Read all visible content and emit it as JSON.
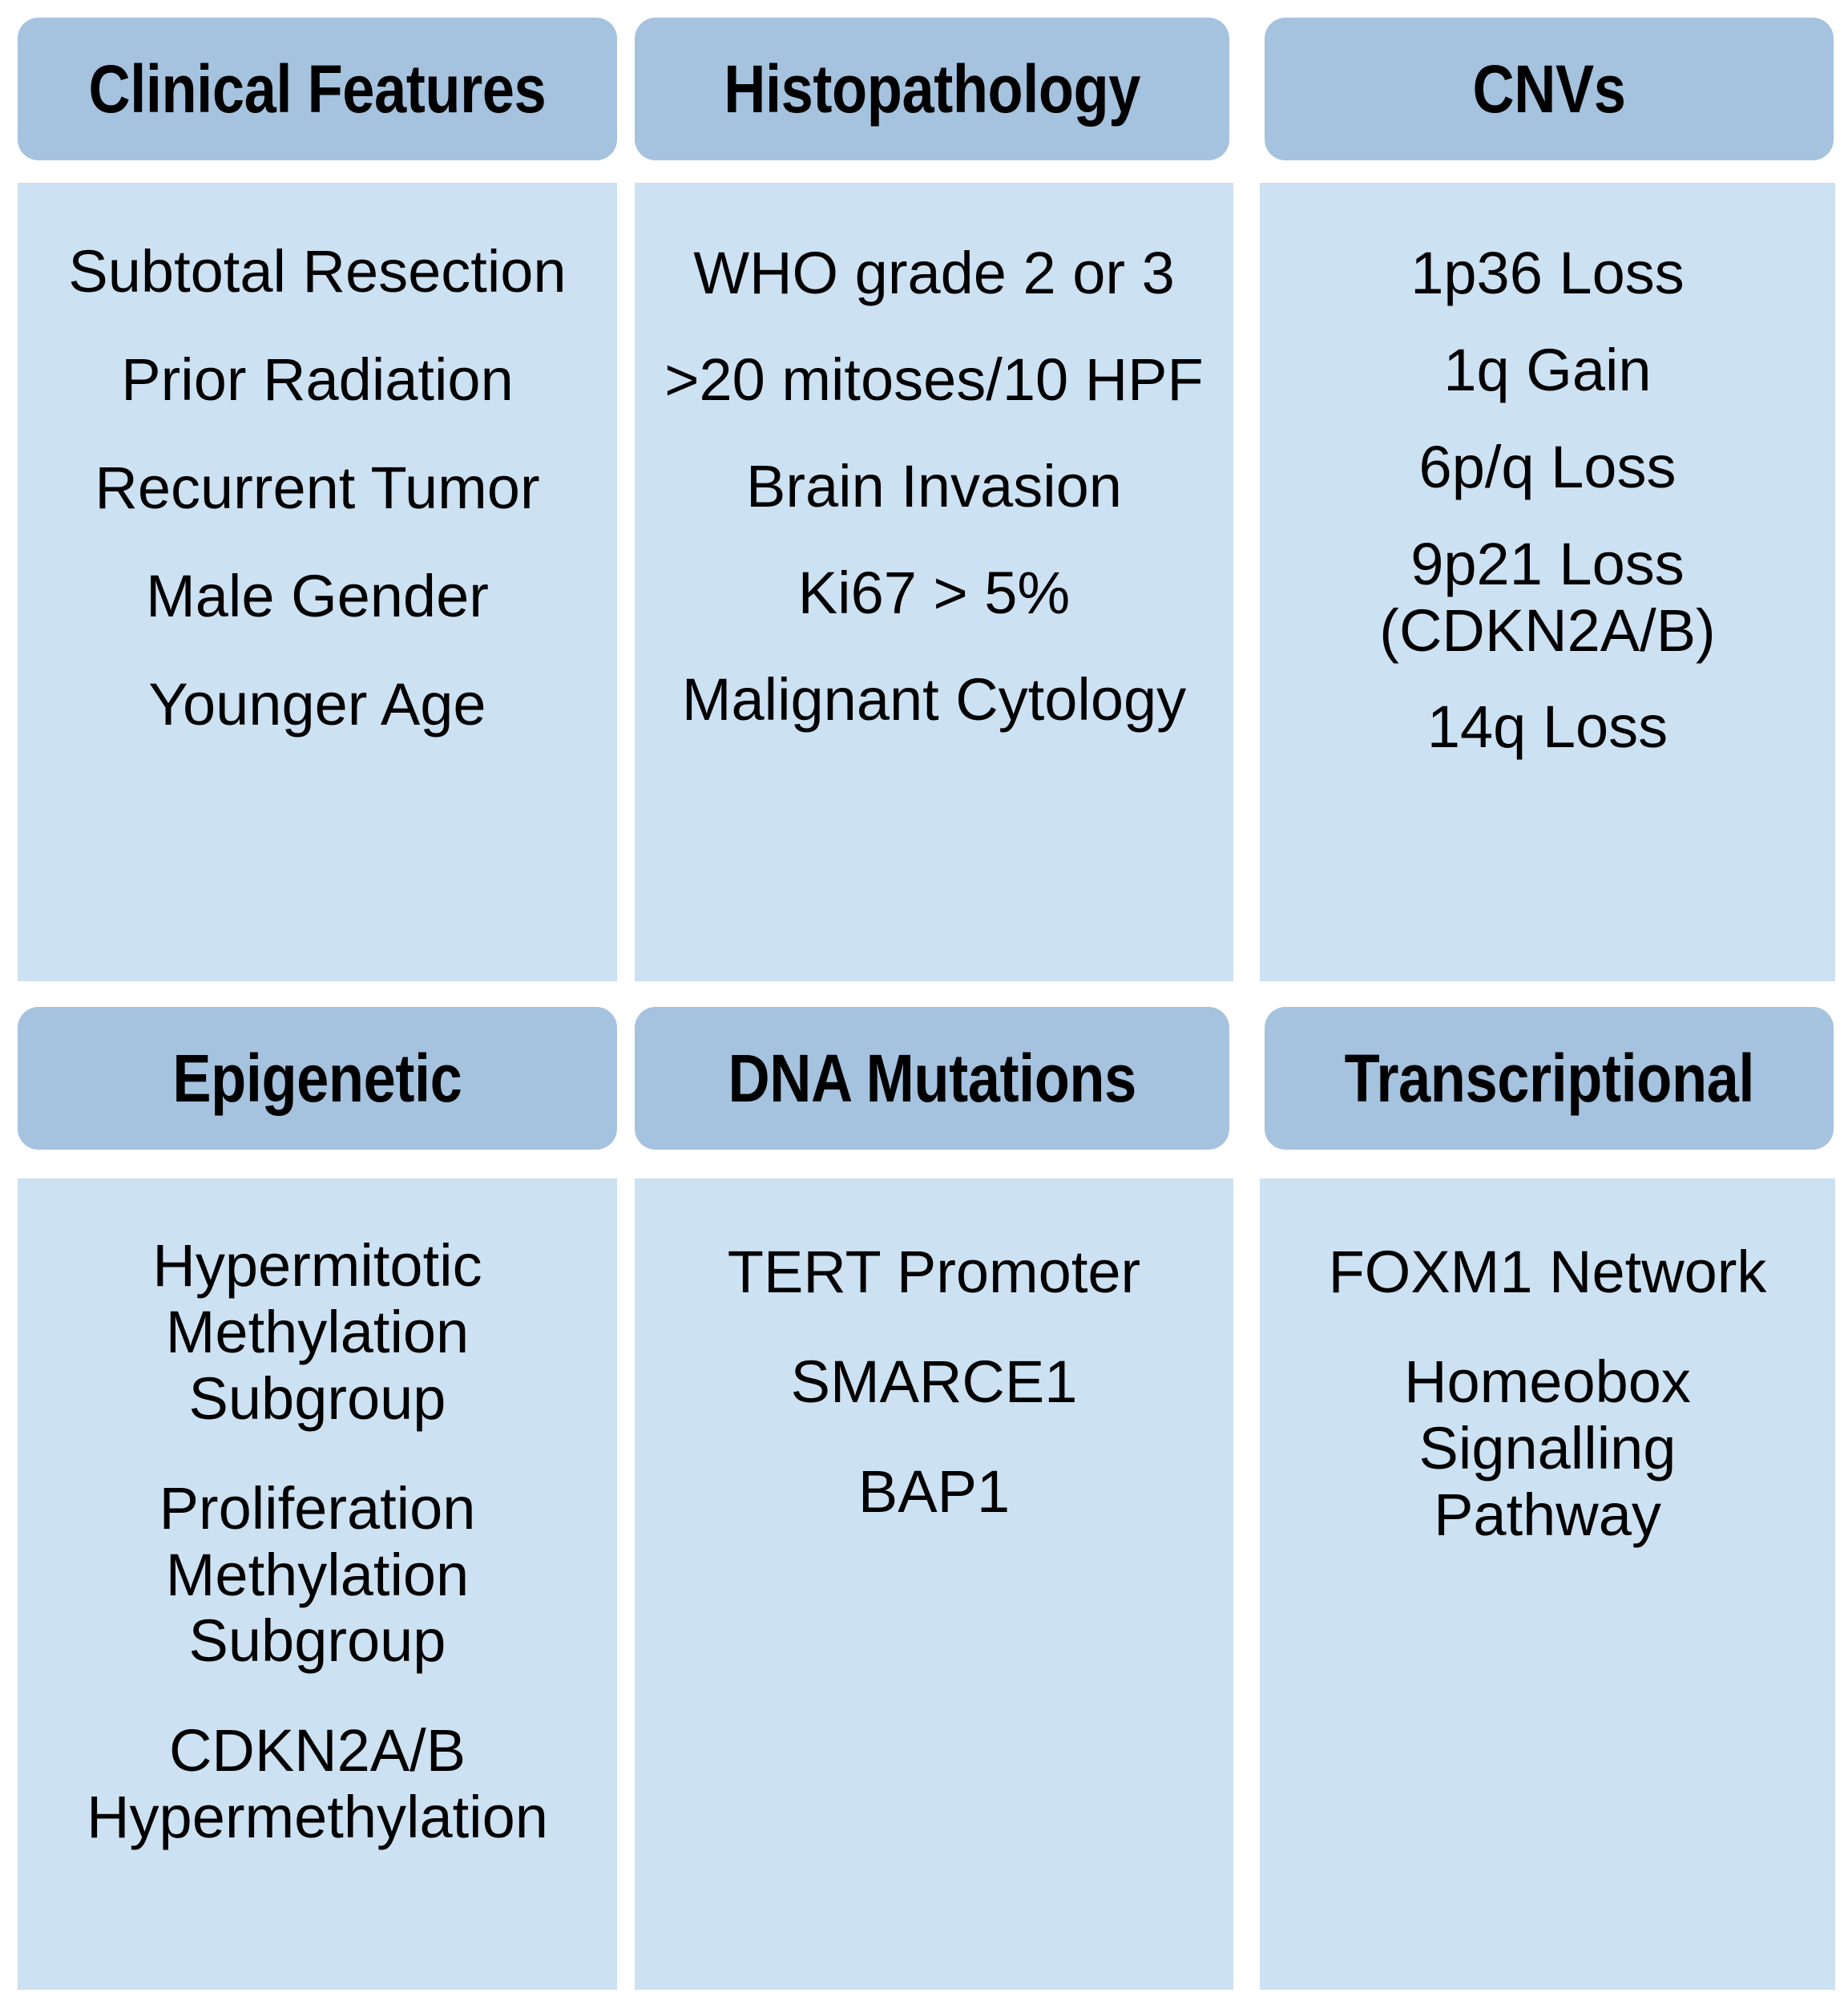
{
  "figure": {
    "colors": {
      "header_fill": "#a5c2de",
      "body_fill": "#cce1f2",
      "text": "#000000",
      "background": "#ffffff"
    }
  },
  "panels": [
    {
      "id": "clinical-features",
      "header": "Clinical Features",
      "items": [
        "Subtotal Resection",
        "Prior Radiation",
        "Recurrent Tumor",
        "Male Gender",
        "Younger Age"
      ]
    },
    {
      "id": "histopathology",
      "header": "Histopathology",
      "items": [
        "WHO grade 2 or 3",
        ">20 mitoses/10 HPF",
        "Brain Invasion",
        "Ki67 > 5%",
        "Malignant Cytology"
      ]
    },
    {
      "id": "cnvs",
      "header": "CNVs",
      "items": [
        "1p36 Loss",
        "1q Gain",
        "6p/q Loss",
        "9p21 Loss\n(CDKN2A/B)",
        "14q Loss"
      ]
    },
    {
      "id": "epigenetic",
      "header": "Epigenetic",
      "items": [
        "Hypermitotic\nMethylation\nSubgroup",
        "Proliferation\nMethylation\nSubgroup",
        "CDKN2A/B\nHypermethylation"
      ]
    },
    {
      "id": "dna-mutations",
      "header": "DNA Mutations",
      "items": [
        "TERT Promoter",
        "SMARCE1",
        "BAP1"
      ]
    },
    {
      "id": "transcriptional",
      "header": "Transcriptional",
      "items": [
        "FOXM1 Network",
        "Homeobox\nSignalling\nPathway"
      ]
    }
  ]
}
